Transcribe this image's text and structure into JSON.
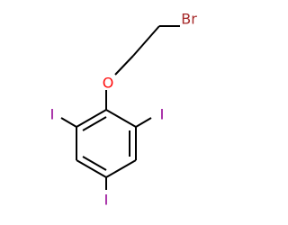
{
  "molecule": {
    "atoms": {
      "bromine": {
        "label": "Br",
        "color": "#A62929"
      },
      "oxygen": {
        "label": "O",
        "color": "#FF0D0D"
      },
      "iodine_left": {
        "label": "I",
        "color": "#940094"
      },
      "iodine_right": {
        "label": "I",
        "color": "#940094"
      },
      "iodine_bottom": {
        "label": "I",
        "color": "#940094"
      }
    },
    "bond_color": "#000000"
  }
}
